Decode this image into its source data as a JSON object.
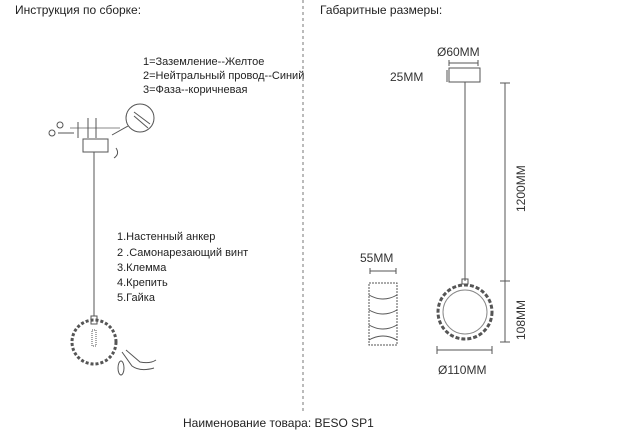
{
  "left_panel": {
    "title": "Инструкция по сборке:",
    "wiring": [
      "1=Заземление--Желтое",
      "2=Нейтральный провод--Синий",
      "3=Фаза--коричневая"
    ],
    "parts": [
      "1.Настенный анкер",
      "2 .Самонарезающий винт",
      "3.Клемма",
      "4.Крепить",
      "5.Гайка"
    ]
  },
  "right_panel": {
    "title": "Габаритные размеры:",
    "dimensions": {
      "canopy_diameter": "Ø60MM",
      "canopy_height": "25MM",
      "cord_length": "1200MM",
      "shade_height": "108MM",
      "shade_diameter": "Ø110MM",
      "shade_depth": "55MM"
    }
  },
  "footer": {
    "product_name": "Наименование товара: BESO SP1"
  },
  "colors": {
    "line": "#555555",
    "text": "#222222"
  }
}
